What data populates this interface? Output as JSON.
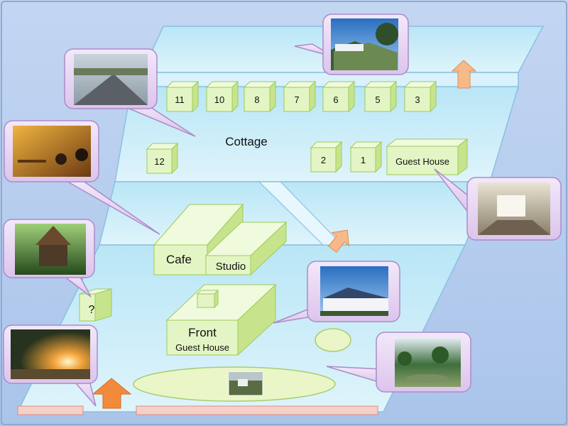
{
  "colors": {
    "background": "#b7cdee",
    "plane_fill": "#c8ecf9",
    "plane_stroke": "#7fb3d8",
    "box_front": "#e3f5c4",
    "box_top": "#f0fadc",
    "box_side": "#c7e48d",
    "box_stroke": "#9ccb5a",
    "callout_fill": "#e9d8f3",
    "callout_stroke": "#a98cc9",
    "arrow_fill": "#f7b98a",
    "arrow_strong": "#f28a3c",
    "path_fill": "#f6cfc8"
  },
  "labels": {
    "cottage": "Cottage",
    "cafe": "Cafe",
    "studio": "Studio",
    "unknown": "?",
    "front_line1": "Front",
    "front_line2": "Guest House",
    "guest_house": "Guest House"
  },
  "cottage_units": {
    "top_row": [
      "11",
      "10",
      "8",
      "7",
      "6",
      "5",
      "3"
    ],
    "lower": [
      "12",
      "2",
      "1"
    ]
  },
  "photos": [
    {
      "id": "photo-roofs",
      "icon": "rooftop-photo"
    },
    {
      "id": "photo-cottage-path",
      "icon": "path-photo"
    },
    {
      "id": "photo-cafe-interior",
      "icon": "interior-photo"
    },
    {
      "id": "photo-wooden-hut",
      "icon": "hut-photo"
    },
    {
      "id": "photo-front-house",
      "icon": "building-photo"
    },
    {
      "id": "photo-guest-room",
      "icon": "room-photo"
    },
    {
      "id": "photo-garden",
      "icon": "garden-photo"
    },
    {
      "id": "photo-sunset-trees",
      "icon": "sunset-photo"
    },
    {
      "id": "photo-lawn",
      "icon": "lawn-photo"
    }
  ]
}
